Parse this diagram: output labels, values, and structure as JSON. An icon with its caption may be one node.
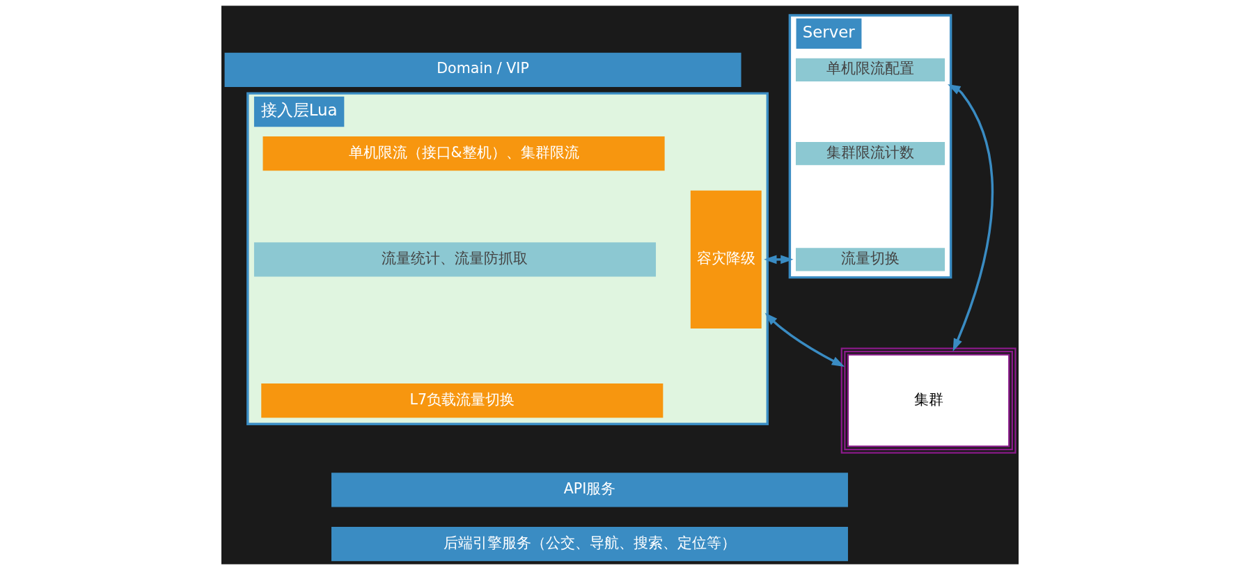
{
  "diagram": {
    "nodes": [
      {
        "text": [
          "Domain / VIP"
        ]
      },
      {
        "text": [
          "接入层Lua"
        ]
      },
      {
        "text": [
          "单机限流（接口&整机）、集群限流"
        ],
        "in": 1
      },
      {
        "text": [
          "流量统计、流量防抓取"
        ],
        "in": 1
      },
      {
        "text": [
          "L7负载流量切换"
        ],
        "in": 1
      },
      {
        "text": [
          "容灾降级"
        ],
        "in": 1
      },
      {
        "text": [
          "API服务"
        ]
      },
      {
        "text": [
          "后端引擎服务（公交、导航、搜索、定位等）"
        ]
      },
      {
        "text": [
          "Server"
        ]
      },
      {
        "text": [
          "单机限流配置"
        ],
        "in": 8
      },
      {
        "text": [
          "集群限流计数"
        ],
        "in": 8
      },
      {
        "text": [
          "流量切换"
        ],
        "in": 8
      },
      {
        "text": [
          "集群"
        ]
      }
    ],
    "edges": [
      {
        "from": 1,
        "to": 8,
        "arrow": "both"
      },
      {
        "from": 8,
        "to": 12,
        "arrow": "both"
      },
      {
        "from": 1,
        "to": 12,
        "arrow": "both"
      }
    ]
  }
}
